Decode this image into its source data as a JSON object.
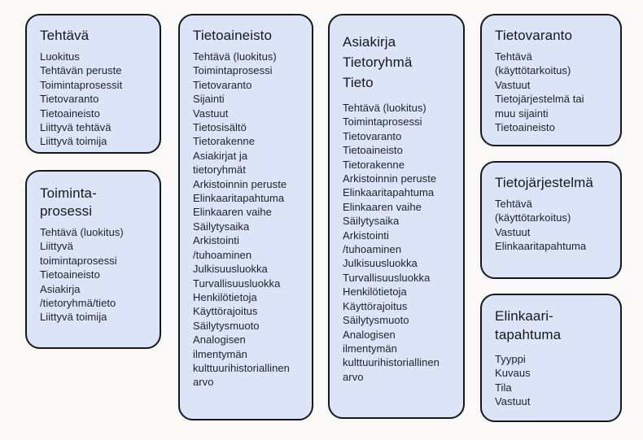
{
  "diagram": {
    "background_color": "#faf9f7",
    "card_fill_color": "#dbe5f7",
    "card_border_color": "#16181c",
    "text_color": "#1d2026"
  },
  "columns": [
    {
      "id": "column-1",
      "cards": [
        {
          "id": "tehtava",
          "title": "Tehtävä",
          "items": [
            "Luokitus",
            "Tehtävän peruste",
            "Toimintaprosessit",
            "Tietovaranto",
            "Tietoaineisto",
            "Liittyvä tehtävä",
            "Liittyvä toimija"
          ]
        },
        {
          "id": "toimintaprosessi",
          "title": "Toiminta-\nprosessi",
          "items": [
            "Tehtävä (luokitus)",
            "Liittyvä\ntoimintaprosessi",
            "Tietoaineisto",
            "Asiakirja\n/tietoryhmä/tieto",
            "Liittyvä toimija"
          ]
        }
      ]
    },
    {
      "id": "column-2",
      "cards": [
        {
          "id": "tietoaineisto",
          "title": "Tietoaineisto",
          "items": [
            "Tehtävä (luokitus)",
            "Toimintaprosessi",
            "Tietovaranto",
            "Sijainti",
            "Vastuut",
            "Tietosisältö",
            "Tietorakenne",
            "Asiakirjat ja\ntietoryhmät",
            "Arkistoinnin peruste",
            "Elinkaaritapahtuma",
            "Elinkaaren vaihe",
            "Säilytysaika",
            "Arkistointi\n/tuhoaminen",
            "Julkisuusluokka",
            "Turvallisuusluokka",
            "Henkilötietoja",
            "Käyttörajoitus",
            "Säilytysmuoto",
            "Analogisen\nilmentymän\nkulttuurihistoriallinen\narvo"
          ]
        }
      ]
    },
    {
      "id": "column-3",
      "cards": [
        {
          "id": "asiakirja-tietoryhma-tieto",
          "title": "Asiakirja\nTietoryhmä\nTieto",
          "items": [
            "Tehtävä (luokitus)",
            "Toimintaprosessi",
            "Tietovaranto",
            "Tietoaineisto",
            "Tietorakenne",
            "Arkistoinnin peruste",
            "Elinkaaritapahtuma",
            "Elinkaaren vaihe",
            "Säilytysaika",
            "Arkistointi\n/tuhoaminen",
            "Julkisuusluokka",
            "Turvallisuusluokka",
            "Henkilötietoja",
            "Käyttörajoitus",
            "Säilytysmuoto",
            "Analogisen\nilmentymän\nkulttuurihistoriallinen\narvo"
          ]
        }
      ]
    },
    {
      "id": "column-4",
      "cards": [
        {
          "id": "tietovaranto",
          "title": "Tietovaranto",
          "items": [
            "Tehtävä\n(käyttötarkoitus)",
            "Vastuut",
            "Tietojärjestelmä tai\nmuu sijainti",
            "Tietoaineisto"
          ]
        },
        {
          "id": "tietojarjestelma",
          "title": "Tietojärjestelmä",
          "items": [
            "Tehtävä\n(käyttötarkoitus)",
            "Vastuut",
            "Elinkaaritapahtuma"
          ]
        },
        {
          "id": "elinkaaritapahtuma",
          "title": "Elinkaari-\ntapahtuma",
          "items": [
            "Tyyppi",
            "Kuvaus",
            "Tila",
            "Vastuut"
          ]
        }
      ]
    }
  ]
}
